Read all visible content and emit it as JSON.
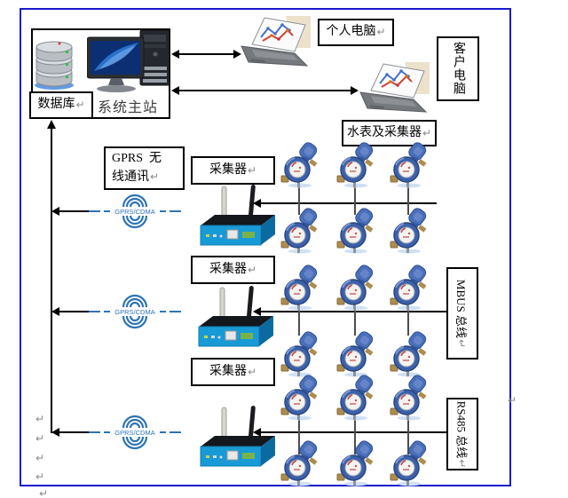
{
  "diagram": {
    "master": {
      "database": "数据库",
      "station": "系统主站"
    },
    "computers": {
      "personal": "个人电脑",
      "client": "客户电脑"
    },
    "meters_header": "水表及采集器",
    "gprs_note": "GPRS  无\n线通讯",
    "groups": [
      {
        "collector": "采集器",
        "wireless": "GPRS/CDMA"
      },
      {
        "collector": "采集器",
        "wireless": "GPRS/CDMA",
        "bus": "MBUS 总线"
      },
      {
        "collector": "采集器",
        "wireless": "GPRS/CDMA",
        "bus": "RS485 总线"
      }
    ],
    "marks": {
      "return": "↵"
    },
    "colors": {
      "frame_blue": "#1a1acc",
      "wireless_blue": "#2e74b5",
      "router_blue": "#189ad6",
      "meter_blue": "#3c60ab"
    }
  }
}
